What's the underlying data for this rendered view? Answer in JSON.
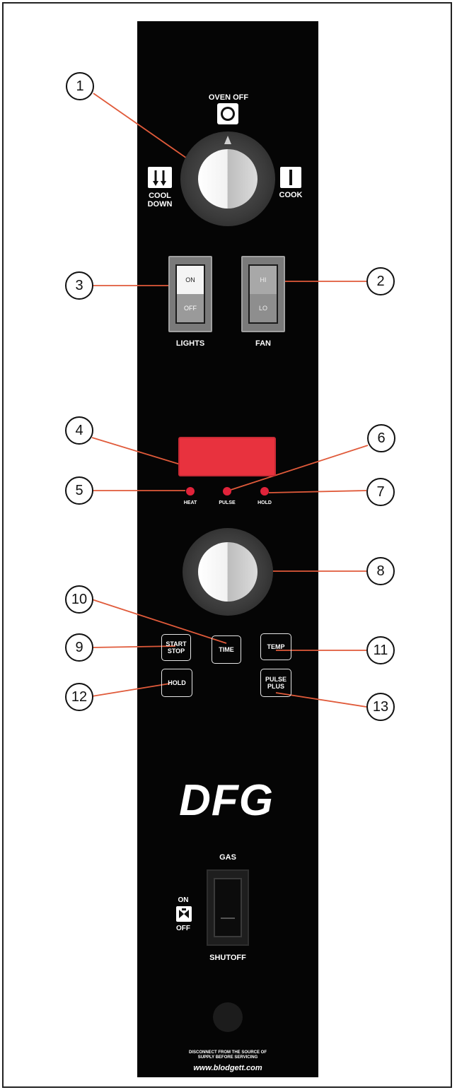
{
  "callouts": [
    "1",
    "2",
    "3",
    "4",
    "5",
    "6",
    "7",
    "8",
    "9",
    "10",
    "11",
    "12",
    "13"
  ],
  "labels": {
    "oven_off": "OVEN OFF",
    "cool_down": "COOL\nDOWN",
    "cook": "COOK",
    "lights": "LIGHTS",
    "fan": "FAN",
    "heat": "HEAT",
    "pulse": "PULSE",
    "hold_led": "HOLD",
    "gas": "GAS",
    "on": "ON",
    "off": "OFF",
    "shutoff": "SHUTOFF",
    "brand": "DFG",
    "warning": "DISCONNECT FROM THE SOURCE OF\nSUPPLY BEFORE SERVICING",
    "url": "www.blodgett.com"
  },
  "rockers": {
    "lights": {
      "top": "ON",
      "bottom": "OFF"
    },
    "fan": {
      "top": "HI",
      "bottom": "LO"
    }
  },
  "buttons": {
    "start_stop": "START\nSTOP",
    "time": "TIME",
    "temp": "TEMP",
    "hold": "HOLD",
    "pulse_plus": "PULSE\nPLUS"
  },
  "colors": {
    "panel": "#050505",
    "display": "#e8323e",
    "led": "#e0233a",
    "leader": "#e05a3a"
  },
  "icons": [
    "oven-off-icon",
    "cool-down-icon",
    "cook-icon",
    "gas-valve-icon"
  ]
}
